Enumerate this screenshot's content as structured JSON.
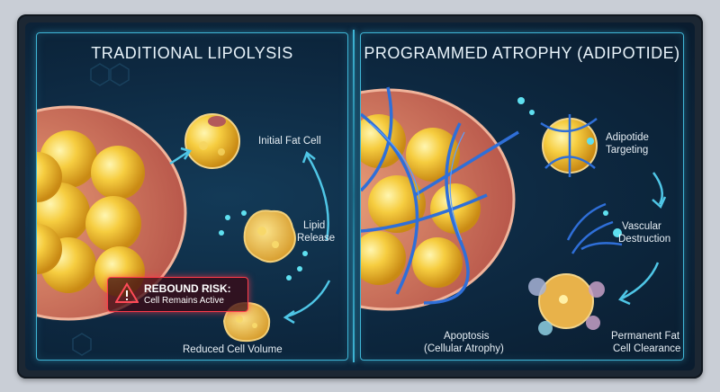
{
  "left_panel": {
    "title": "TRADITIONAL LIPOLYSIS",
    "labels": {
      "initial": "Initial Fat Cell",
      "lipid_line1": "Lipid",
      "lipid_line2": "Release",
      "reduced": "Reduced Cell Volume"
    },
    "warning": {
      "heading": "REBOUND RISK:",
      "detail": "Cell Remains Active"
    }
  },
  "right_panel": {
    "title": "PROGRAMMED ATROPHY (ADIPOTIDE)",
    "labels": {
      "targeting_line1": "Adipotide",
      "targeting_line2": "Targeting",
      "vascular_line1": "Vascular",
      "vascular_line2": "Destruction",
      "apoptosis_line1": "Apoptosis",
      "apoptosis_line2": "(Cellular Atrophy)",
      "clearance_line1": "Permanent Fat",
      "clearance_line2": "Cell Clearance"
    }
  },
  "colors": {
    "accent": "#3fb6d6",
    "warning": "#ff3b4a",
    "fat": "#f2c53d",
    "vessel": "#2f6fd8"
  }
}
